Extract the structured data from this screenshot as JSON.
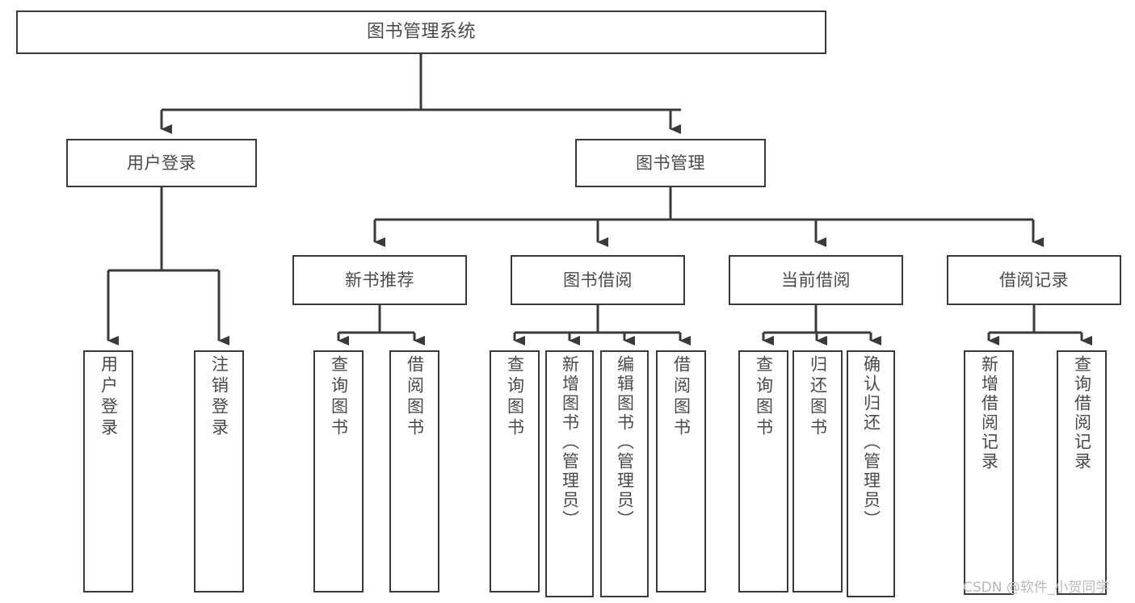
{
  "diagram": {
    "title": "图书管理系统",
    "watermark": "CSDN @软件_小贺同学",
    "stroke_color": "#3a3a3a",
    "text_color": "#4a4a4a",
    "background_color": "#ffffff",
    "nodes": {
      "root": {
        "label": "图书管理系统"
      },
      "level1": [
        {
          "id": "user-login",
          "label": "用户登录"
        },
        {
          "id": "book-manage",
          "label": "图书管理"
        }
      ],
      "level2": [
        {
          "id": "new-book-recommend",
          "label": "新书推荐"
        },
        {
          "id": "book-borrow",
          "label": "图书借阅"
        },
        {
          "id": "current-borrow",
          "label": "当前借阅"
        },
        {
          "id": "borrow-record",
          "label": "借阅记录"
        }
      ],
      "leaves": {
        "user-login": [
          {
            "id": "leaf-user-login",
            "label": "用户登录"
          },
          {
            "id": "leaf-user-logout",
            "label": "注销登录"
          }
        ],
        "new-book-recommend": [
          {
            "id": "leaf-query-book-1",
            "label": "查询图书"
          },
          {
            "id": "leaf-borrow-book-1",
            "label": "借阅图书"
          }
        ],
        "book-borrow": [
          {
            "id": "leaf-query-book-2",
            "label": "查询图书"
          },
          {
            "id": "leaf-add-book",
            "label": "新增图书（管理员）"
          },
          {
            "id": "leaf-edit-book",
            "label": "编辑图书（管理员）"
          },
          {
            "id": "leaf-borrow-book-2",
            "label": "借阅图书"
          }
        ],
        "current-borrow": [
          {
            "id": "leaf-query-book-3",
            "label": "查询图书"
          },
          {
            "id": "leaf-return-book",
            "label": "归还图书"
          },
          {
            "id": "leaf-confirm-return",
            "label": "确认归还（管理员）"
          }
        ],
        "borrow-record": [
          {
            "id": "leaf-add-record",
            "label": "新增借阅记录"
          },
          {
            "id": "leaf-query-record",
            "label": "查询借阅记录"
          }
        ]
      }
    }
  }
}
